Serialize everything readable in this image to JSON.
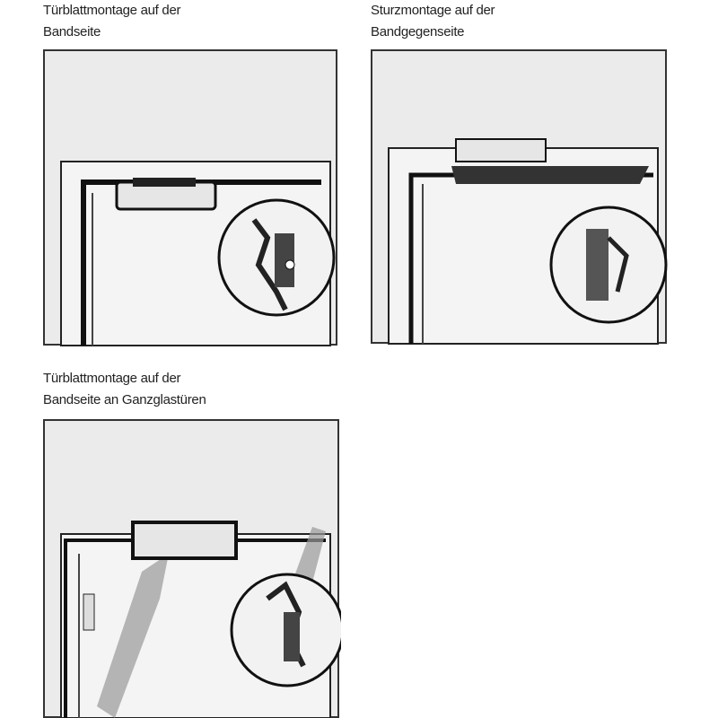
{
  "figures": [
    {
      "caption_line1": "Türblattmontage auf der",
      "caption_line2": "Bandseite"
    },
    {
      "caption_line1": "Sturzmontage auf der",
      "caption_line2": "Bandgegenseite"
    },
    {
      "caption_line1": "Türblattmontage auf der",
      "caption_line2": "Bandseite an Ganzglastüren"
    }
  ]
}
